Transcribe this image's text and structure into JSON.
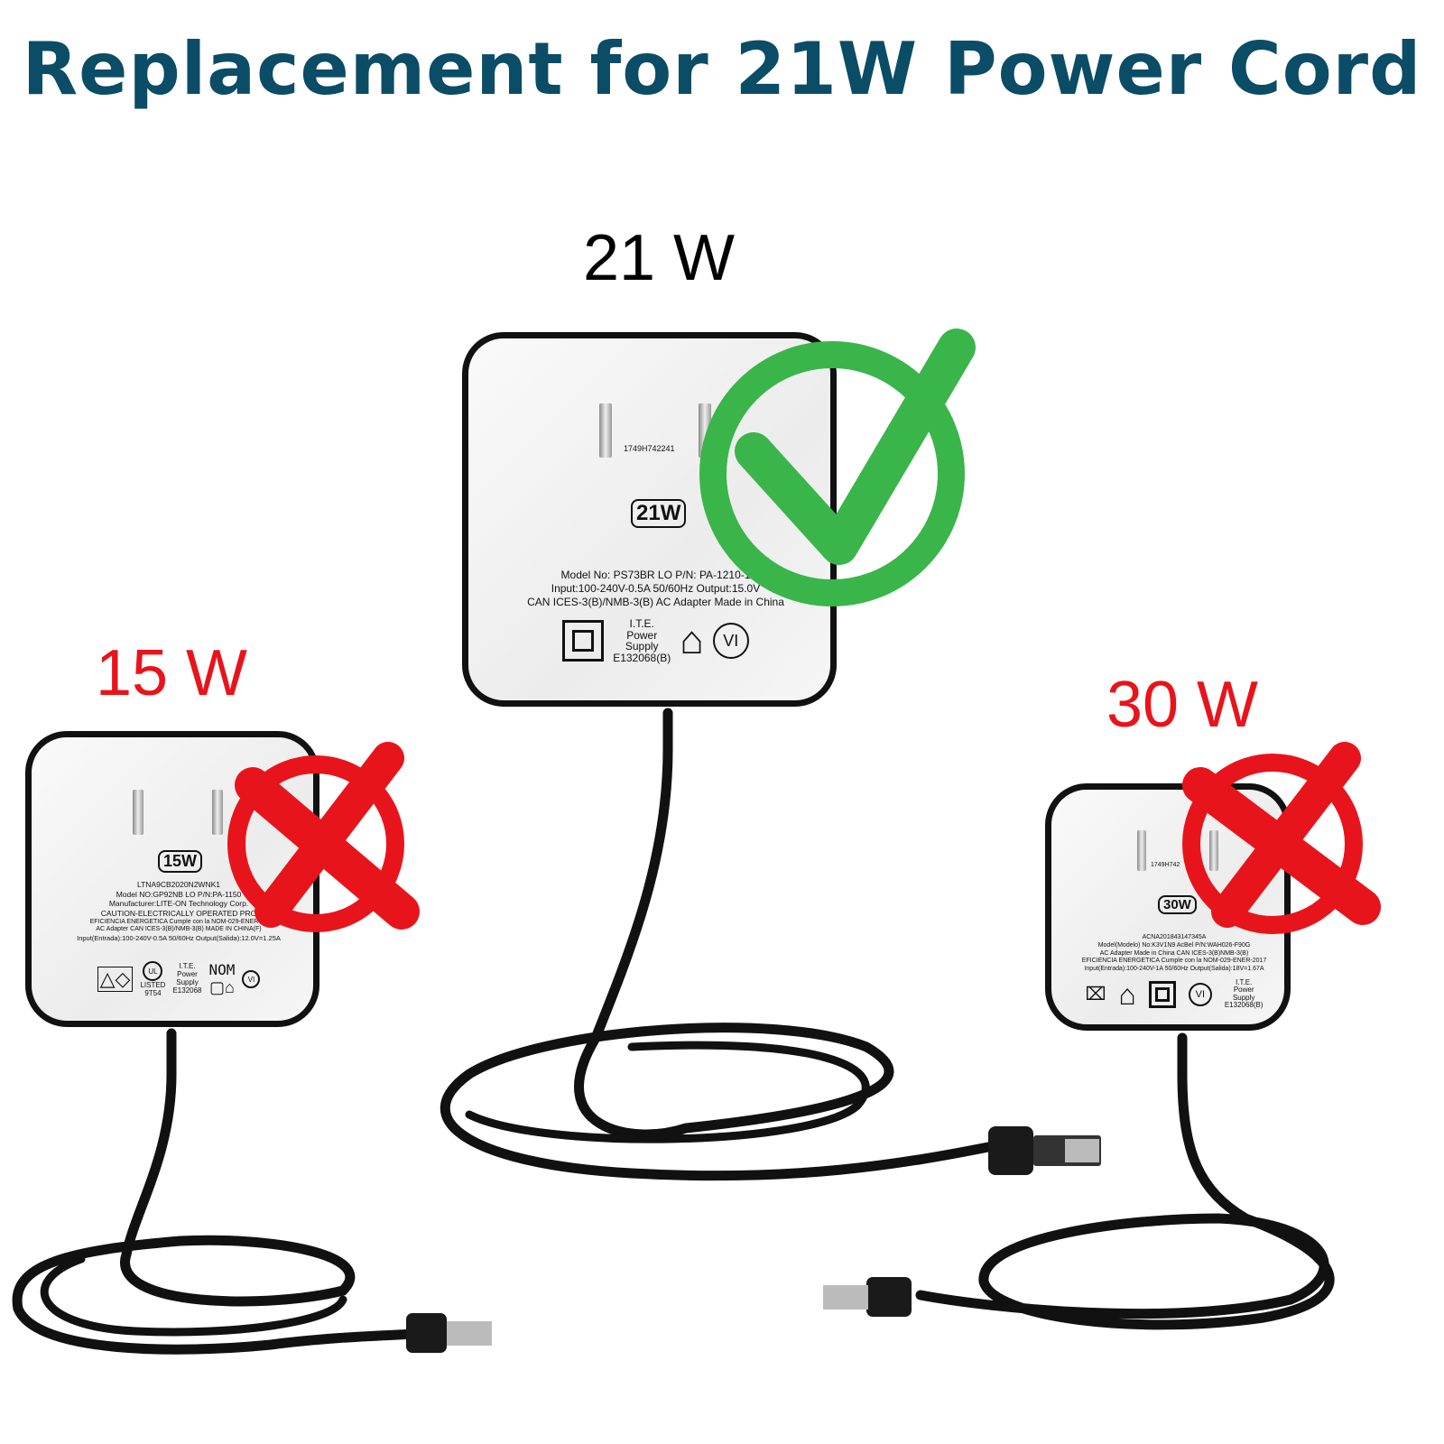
{
  "title": "Replacement for 21W Power Cord",
  "labels": {
    "w21": "21 W",
    "w15": "15 W",
    "w30": "30 W"
  },
  "colors": {
    "title": "#0b4c66",
    "check": "#3ab54a",
    "cross": "#e8141b"
  },
  "adapter21": {
    "serial": "1749H742241",
    "badge": "21W",
    "lines": [
      "Model No: PS73BR LO P/N: PA-1210-1",
      "Input:100-240V-0.5A 50/60Hz Output:15.0V",
      "CAN ICES-3(B)/NMB-3(B) AC Adapter Made in China"
    ],
    "ite": [
      "I.T.E.",
      "Power",
      "Supply",
      "E132068(B)"
    ],
    "vi": "VI",
    "status": "check-icon"
  },
  "adapter15": {
    "badge": "15W",
    "lines": [
      "LTNA9CB2020N2WNK1",
      "Model NO:GP92NB LO P/N:PA-1150",
      "Manufacturer:LITE-ON Technology Corp.",
      "CAUTION-ELECTRICALLY OPERATED PRO",
      "EFICIENCIA ENERGETICA Cumple con la NOM-029-ENER-20",
      "AC Adapter CAN ICES-3(B)/NMB-3(B) MADE IN CHINA(F)",
      "Input(Entrada):100-240V-0.5A 50/60Hz Output(Salida):12.0V=1.25A"
    ],
    "ul": "UL",
    "listed": "LISTED",
    "code": "9T54",
    "ite": [
      "I.T.E.",
      "Power",
      "Supply",
      "E132068"
    ],
    "nom": "NOM",
    "vi": "VI",
    "status": "cross-icon"
  },
  "adapter30": {
    "serial": "1749H742",
    "badge": "30W",
    "lines": [
      "ACNA201843147345A",
      "Model(Modelo) No:K3V1N9 AcBel P/N:WAH026-F90G",
      "AC Adapter Made in China CAN ICES-3(B)NMB-3(B)",
      "EFICIENCIA ENERGETICA Cumple con la NOM-029-ENER-2017",
      "Input(Entrada):100-240V-1A 50/60Hz Output(Salida):18V=1.67A"
    ],
    "ite": [
      "I.T.E.",
      "Power",
      "Supply",
      "E132068(B)"
    ],
    "vi": "VI",
    "status": "cross-icon"
  }
}
